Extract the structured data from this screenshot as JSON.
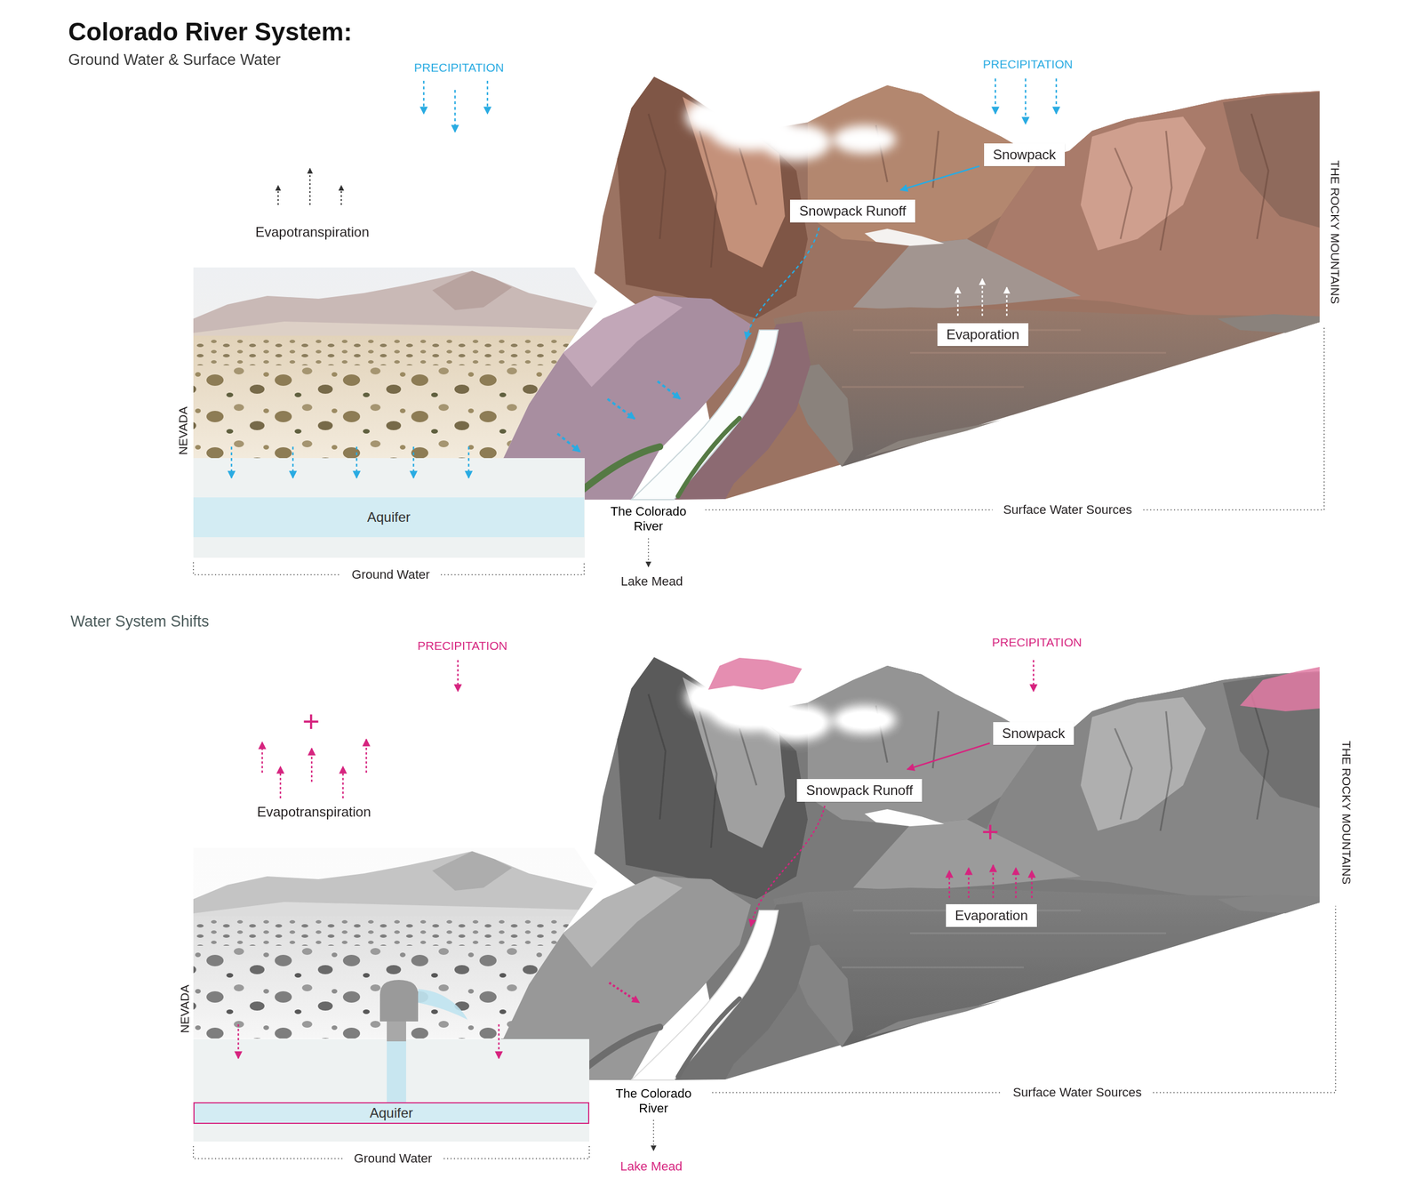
{
  "diagram": {
    "title": "Colorado River System:",
    "nodes": [
      {
        "text": [
          "Snowpack"
        ]
      },
      {
        "text": [
          "Snowpack Runoff"
        ]
      },
      {
        "text": [
          "Evaporation"
        ]
      },
      {
        "text": [
          "Aquifer"
        ]
      },
      {
        "text": [
          "Snowpack"
        ]
      },
      {
        "text": [
          "Snowpack Runoff"
        ]
      },
      {
        "text": [
          "Evaporation"
        ]
      },
      {
        "text": [
          "Aquifer"
        ]
      }
    ],
    "labels": [
      "Ground Water & Surface Water",
      "PRECIPITATION",
      "PRECIPITATION",
      "Evapotranspiration",
      "THE ROCKY MOUNTAINS",
      "NEVADA",
      "The Colorado River",
      "Surface Water Sources",
      "Ground Water",
      "Lake Mead",
      "Water System Shifts",
      "PRECIPITATION",
      "PRECIPITATION",
      "+",
      "Evapotranspiration",
      "+",
      "THE ROCKY MOUNTAINS",
      "NEVADA",
      "The Colorado River",
      "Surface Water Sources",
      "Ground Water",
      "Lake Mead"
    ]
  }
}
